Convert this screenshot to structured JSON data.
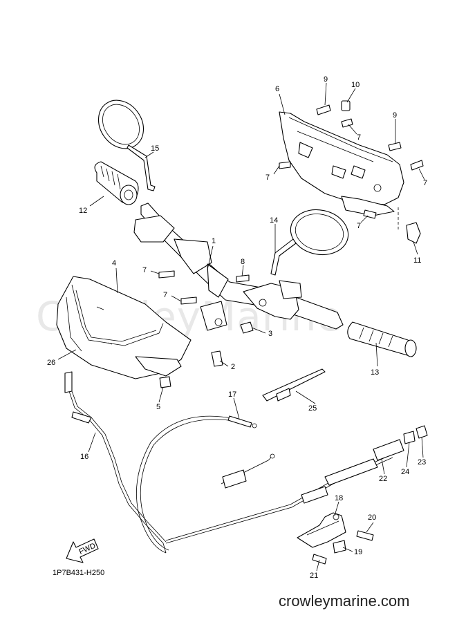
{
  "watermark": "CrowleyMarine",
  "doc_code": "1P7B431-H250",
  "site": "crowleymarine.com",
  "fwd_label": "FWD",
  "callouts": [
    "1",
    "2",
    "3",
    "4",
    "5",
    "6",
    "7",
    "7",
    "7",
    "7",
    "7",
    "7",
    "8",
    "9",
    "9",
    "10",
    "11",
    "12",
    "13",
    "14",
    "15",
    "16",
    "17",
    "18",
    "19",
    "20",
    "21",
    "22",
    "23",
    "24",
    "25",
    "26"
  ]
}
